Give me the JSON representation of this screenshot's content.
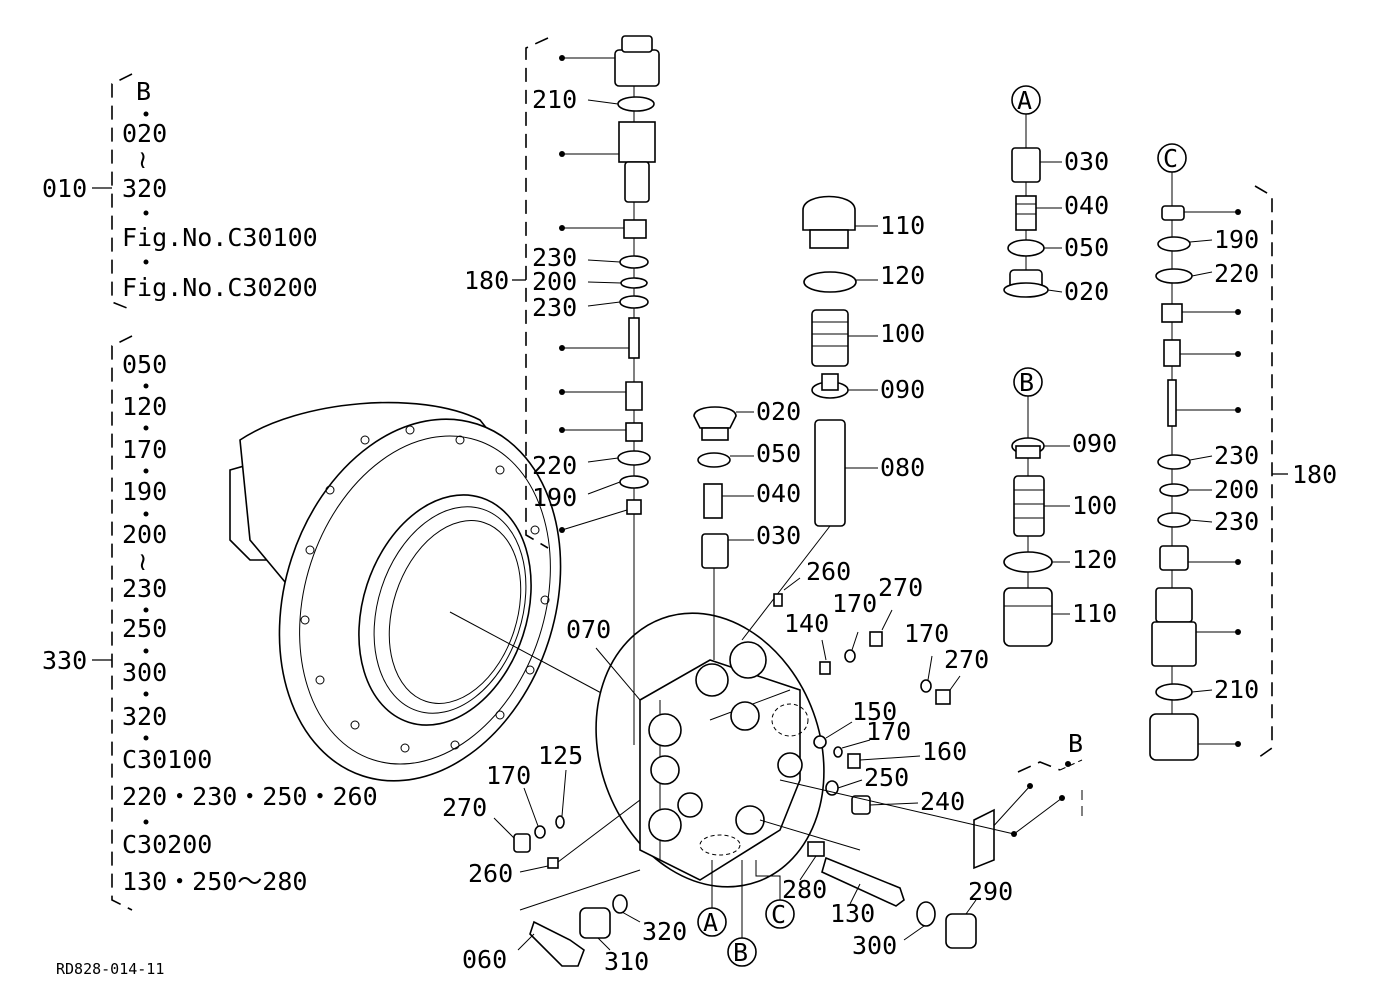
{
  "legend": {
    "assembly_010": {
      "number": "010",
      "lines": [
        "B",
        "020",
        "320",
        "Fig.No.C30100",
        "Fig.No.C30200"
      ]
    },
    "assembly_330": {
      "number": "330",
      "lines": [
        "050",
        "120",
        "170",
        "190",
        "200",
        "230",
        "250",
        "300",
        "320",
        "C30100",
        "220・230・250・260",
        "C30200",
        "130・250〜280"
      ]
    }
  },
  "callouts": {
    "left_stack": [
      "210",
      "230",
      "200",
      "230",
      "220",
      "190"
    ],
    "left_180": "180",
    "center": [
      "110",
      "120",
      "100",
      "090",
      "080",
      "020",
      "050",
      "040",
      "030",
      "070",
      "260",
      "270",
      "140",
      "170",
      "170",
      "270",
      "150",
      "170",
      "160",
      "250",
      "240",
      "125",
      "170",
      "270",
      "260",
      "280",
      "130",
      "290",
      "300",
      "320",
      "310",
      "060"
    ],
    "group_a": [
      "030",
      "040",
      "050",
      "020"
    ],
    "group_b": [
      "090",
      "100",
      "120",
      "110"
    ],
    "group_c": [
      "190",
      "220",
      "230",
      "200",
      "230",
      "210"
    ],
    "right_180": "180"
  },
  "circle_letters": [
    "A",
    "B",
    "C",
    "A",
    "B",
    "C"
  ],
  "b_ref": "B",
  "drawing_code": "RD828-014-11"
}
